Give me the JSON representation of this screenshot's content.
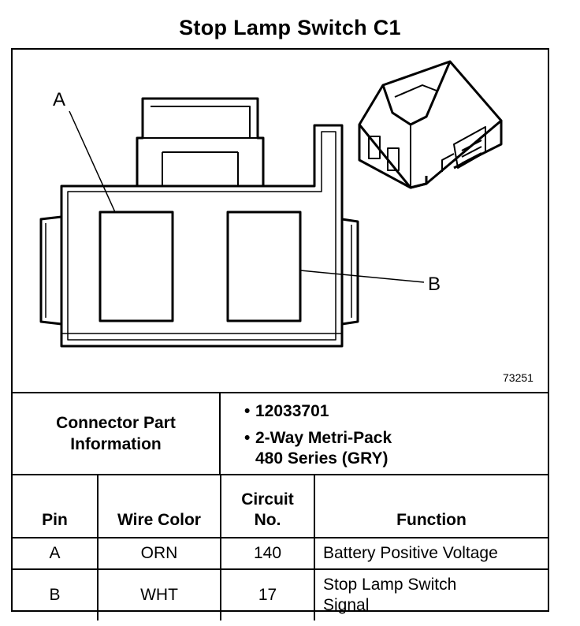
{
  "title": "Stop Lamp Switch C1",
  "figure_number": "73251",
  "callouts": {
    "a": "A",
    "b": "B"
  },
  "connector_info": {
    "label": "Connector Part Information",
    "items": [
      "12033701",
      "2-Way Metri-Pack\n480 Series (GRY)"
    ]
  },
  "pin_table": {
    "headers": {
      "pin": "Pin",
      "wire_color": "Wire Color",
      "circuit": "Circuit No.",
      "function": "Function"
    },
    "rows": [
      {
        "pin": "A",
        "wire_color": "ORN",
        "circuit": "140",
        "function": "Battery Positive Voltage"
      },
      {
        "pin": "B",
        "wire_color": "WHT",
        "circuit": "17",
        "function": "Stop Lamp Switch Signal"
      }
    ]
  }
}
